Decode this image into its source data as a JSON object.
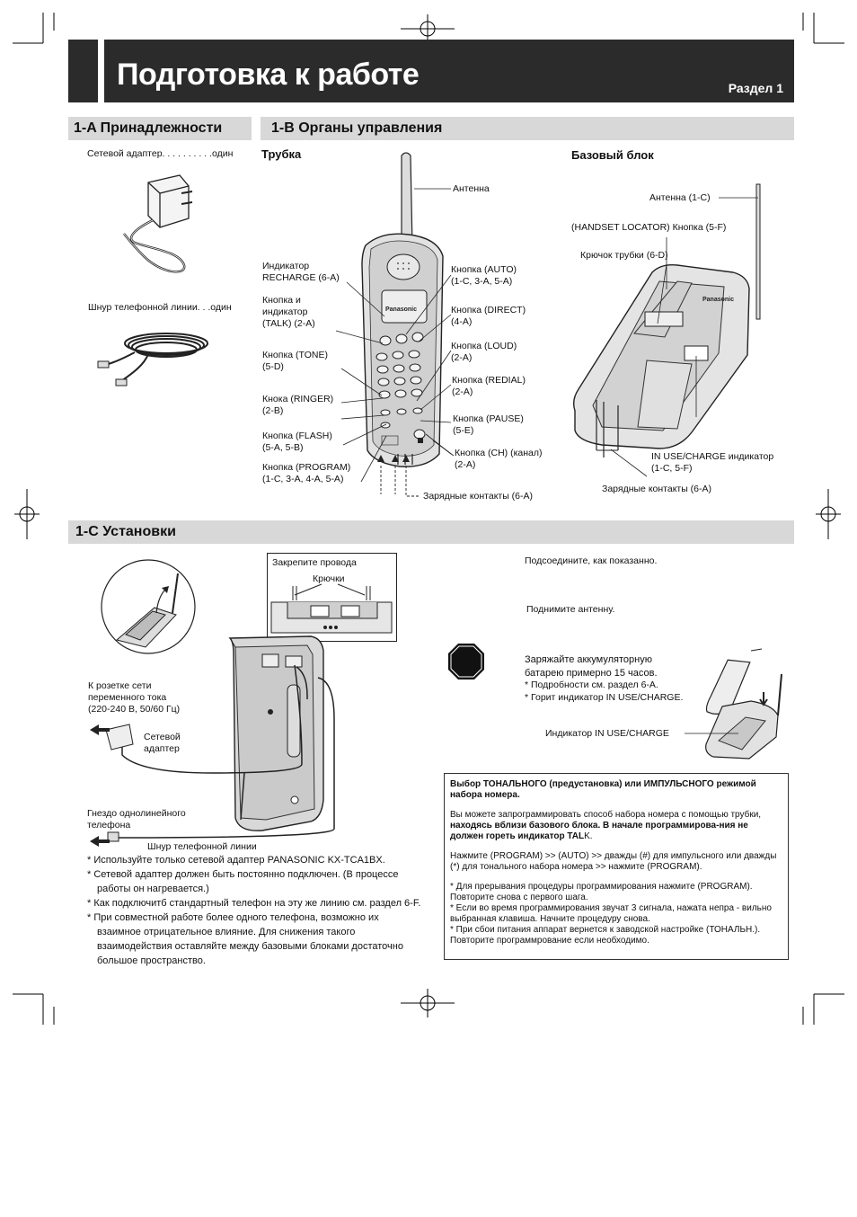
{
  "header": {
    "title": "Подготовка к работе",
    "section": "Раздел 1"
  },
  "section_a": {
    "title": "1-A  Принадлежности",
    "items": [
      "Сетевой адаптер. . . . . . . . . .один",
      "Шнур телефонной линии. . .один"
    ]
  },
  "section_b": {
    "title": "1-B  Органы управления",
    "handset_title": "Трубка",
    "base_title": "Базовый блок",
    "handset_labels": {
      "antenna": "Антенна",
      "recharge": "Индикатор\nRECHARGE (6-A)",
      "talk": "Кнопка и\nиндикатор\n(TALK) (2-A)",
      "tone": "Кнопка (TONE)\n(5-D)",
      "ringer": "Кнока (RINGER)\n(2-B)",
      "flash": "Кнопка (FLASH)\n(5-A, 5-B)",
      "program": "Кнопка (PROGRAM)\n(1-C, 3-A, 4-A, 5-A)",
      "auto": "Кнопка (AUTO)\n(1-C, 3-A, 5-A)",
      "direct": "Кнопка (DIRECT)\n(4-A)",
      "loud": "Кнопка (LOUD)\n(2-A)",
      "redial": "Кнопка (REDIAL)\n(2-A)",
      "pause": "Кнопка (PAUSE)\n(5-E)",
      "ch": "Кнопка (CH) (канал)\n(2-A)",
      "contacts": "Зарядные контакты (6-A)",
      "brand": "Panasonic"
    },
    "base_labels": {
      "antenna": "Антенна (1-C)",
      "locator": "(HANDSET LOCATOR) Кнопка (5-F)",
      "hook": "Крючок трубки (6-D)",
      "in_use": "IN USE/CHARGE индикатор\n(1-C, 5-F)",
      "contacts": "Зарядные контакты (6-A)",
      "brand": "Panasonic"
    }
  },
  "section_c": {
    "title": "1-C Установки",
    "fix_wires": "Закрепите провода",
    "hooks": "Крючки",
    "outlet": "К розетке сети\nпеременного тока\n(220-240 В, 50/60 Гц)",
    "adapter": "Сетевой\nадаптер",
    "jack": "Гнездо однолинейного\nтелефона",
    "line_cord": "Шнур телефонной линии",
    "step1": "Подсоедините, как показанно.",
    "step2": "Поднимите антенну.",
    "step3": "Заряжайте аккумуляторную\nбатарею примерно 15 часов.",
    "step3_note1": "* Подробности см. раздел 6-A.",
    "step3_note2": "* Горит индикатор IN USE/CHARGE.",
    "indicator_label": "Индикатор IN USE/CHARGE",
    "notes": [
      "* Используйте только сетевой адаптер PANASONIC KX-TCA1BX.",
      "* Сетевой адаптер должен быть постоянно подключен.  (В процессе",
      "работы он нагревается.)",
      "* Как подключитб стандартный телефон на эту же линию см. раздел 6-F.",
      "* При совместной работе более одного телефона, возможно их",
      "взаимное отрицательное влияние. Для снижения такого",
      "взаимодействия оставляйте между базовыми блоками достаточно",
      "большое пространство."
    ],
    "box": {
      "title": "Выбор ТОНАЛЬНОГО (предустановка) или ИМПУЛЬСНОГО режимой набора номера.",
      "p1a": "Вы можете запрограммировать способ набора номера с помощью трубки, ",
      "p1b": "находясь вблизи базового блока. В начале программирова-ния не должен гореть индикатор TAL",
      "p1c": "K.",
      "p2": "Нажмите (PROGRAM) >> (AUTO) >> дважды (#) для импульсного или дважды (*) для тонального набора номера >> нажмите (PROGRAM).",
      "n1": "* Для прерывания процедуры программирования нажмите (PROGRAM). Повторите снова с первого шага.",
      "n2": "* Если во время программирования звучат 3 сигнала, нажата непра - вильно выбранная клавиша. Начните процедуру снова.",
      "n3": "* При сбои питания аппарат вернется к заводской настройке (ТОНАЛЬН.). Повторите программрование если необходимо."
    }
  }
}
